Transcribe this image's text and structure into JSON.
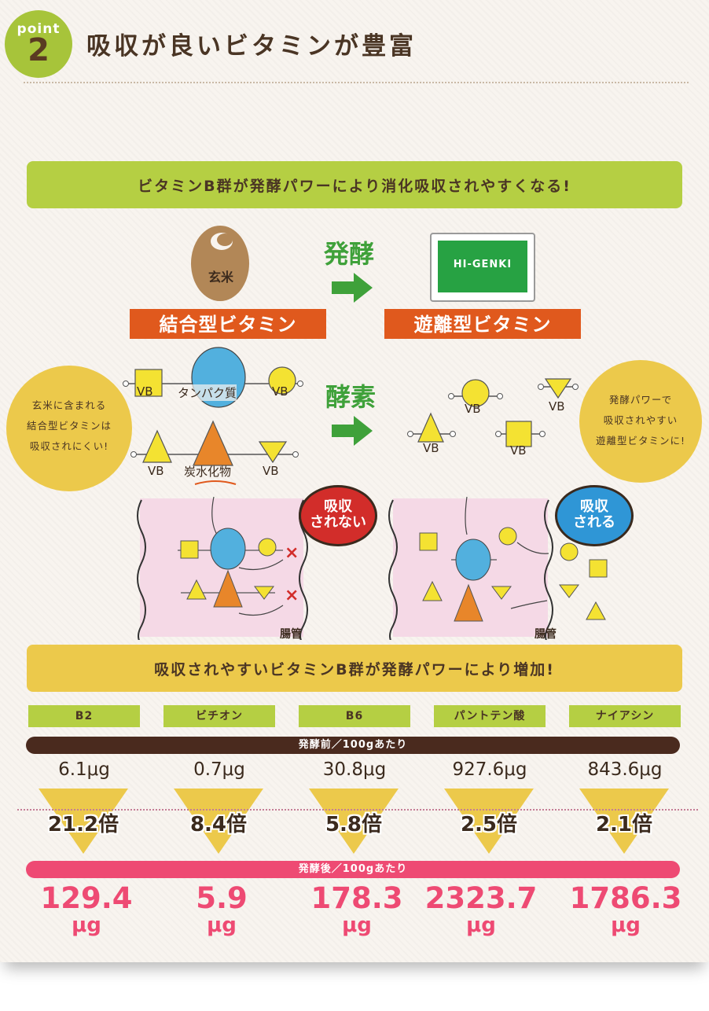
{
  "header": {
    "point_word": "point",
    "point_number": "2",
    "title": "吸収が良いビタミンが豊富"
  },
  "banner_top": "ビタミンB群が発酵パワーにより消化吸収されやすくなる!",
  "diagram": {
    "rice_label": "玄米",
    "arrow_label_1": "発酵",
    "arrow_label_2": "酵素",
    "product_logo": "HI-GENKI",
    "bound_vitamin_label": "結合型ビタミン",
    "free_vitamin_label": "遊離型ビタミン",
    "protein_label": "タンパク質",
    "carb_label": "炭水化物",
    "vb_label": "VB",
    "left_circle_lines": [
      "玄米に含まれる",
      "結合型ビタミンは",
      "吸収されにくい!"
    ],
    "right_circle_lines": [
      "発酵パワーで",
      "吸収されやすい",
      "遊離型ビタミンに!"
    ],
    "not_absorbed_lines": [
      "吸収",
      "されない"
    ],
    "absorbed_lines": [
      "吸収",
      "される"
    ],
    "gut_label": "腸管"
  },
  "banner_bottom": "吸収されやすいビタミンB群が発酵パワーにより増加!",
  "table": {
    "before_label": "発酵前／100gあたり",
    "after_label": "発酵後／100gあたり",
    "unit": "μg",
    "columns": [
      {
        "name": "B2",
        "before": "6.1μg",
        "multiplier": "21.2倍",
        "after": "129.4"
      },
      {
        "name": "ビチオン",
        "before": "0.7μg",
        "multiplier": "8.4倍",
        "after": "5.9"
      },
      {
        "name": "B6",
        "before": "30.8μg",
        "multiplier": "5.8倍",
        "after": "178.3"
      },
      {
        "name": "パントテン酸",
        "before": "927.6μg",
        "multiplier": "2.5倍",
        "after": "2323.7"
      },
      {
        "name": "ナイアシン",
        "before": "843.6μg",
        "multiplier": "2.1倍",
        "after": "1786.3"
      }
    ]
  },
  "colors": {
    "green": "#b5cf43",
    "yellow": "#ecc94b",
    "orange": "#e0591d",
    "brown": "#4a2a1e",
    "pink": "#ee4a73",
    "arrow_green": "#3fa13a"
  }
}
